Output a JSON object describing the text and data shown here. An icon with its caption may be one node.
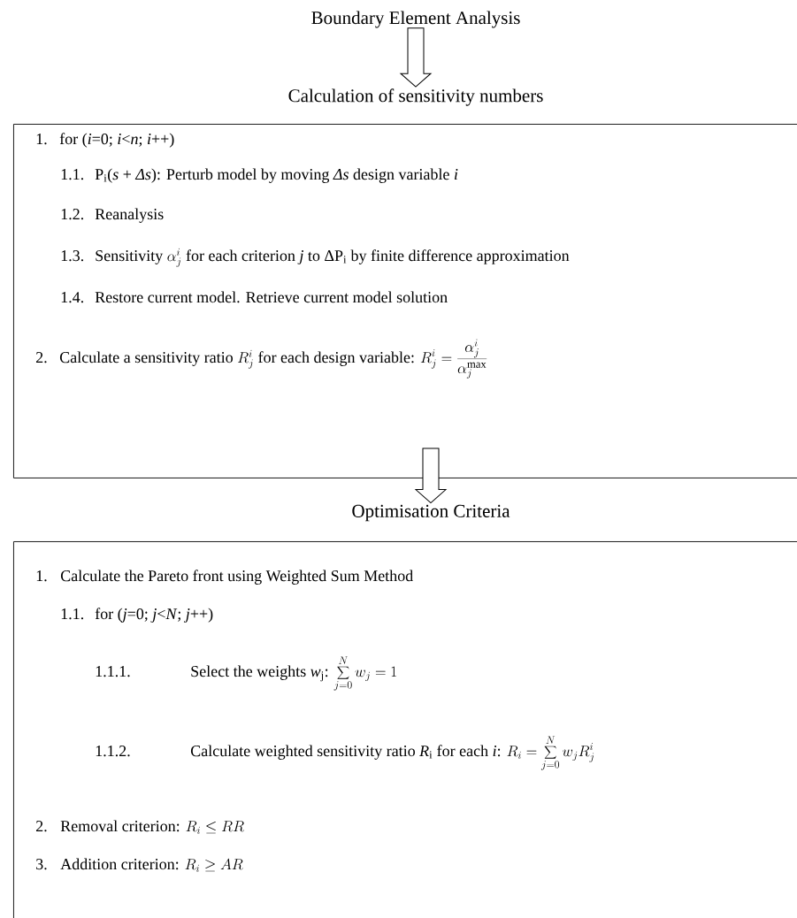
{
  "diagram": {
    "nodes": [
      {
        "text": [
          "Boundary Element Analysis"
        ]
      },
      {
        "text": [
          "Calculation of sensitivity numbers"
        ]
      },
      {
        "text": [
          "1.",
          "for (*i*=0; *i*<*n*; *i*++)",
          "1.1.",
          "P$_{i}$(*s* + *Δs*): Perturb model by moving *Δs* design variable *i*",
          "1.2.",
          "Reanalysis",
          "1.3.",
          "Sensitivity",
          "\\alpha_j^i",
          "for each criterion *j* to ΔP$_{i}$ by finite difference approximation",
          "1.4.",
          "Restore current model. Retrieve current model solution",
          "2.",
          "Calculate a sensitivity ratio",
          "R_j^i",
          "for each design variable:",
          "R_j^i = \\frac{\\alpha_j^i}{\\alpha_j^{\\max}}"
        ]
      },
      {
        "text": [
          "Optimisation Criteria"
        ]
      },
      {
        "text": [
          "1.",
          "Calculate the Pareto front using Weighted Sum Method",
          "1.1.",
          "for (*j*=0; *j*<*N*; *j*++)",
          "1.1.1.",
          "Select the weights *w*$_{j}$:",
          "\\sum_{j=0}^{N} w_j = 1",
          "1.1.2.",
          "Calculate weighted sensitivity ratio *R*$_{i}$ for each *i*:",
          "R_i = \\sum_{j=0}^{N} w_j R_j^i",
          "2.",
          "Removal criterion:",
          "R_i \\le RR",
          "3.",
          "Addition criterion:",
          "R_i \\ge AR"
        ]
      }
    ],
    "edges": [
      {
        "from": 0,
        "to": 1,
        "arrow": "to"
      },
      {
        "from": 2,
        "to": 3,
        "arrow": "to"
      }
    ]
  }
}
